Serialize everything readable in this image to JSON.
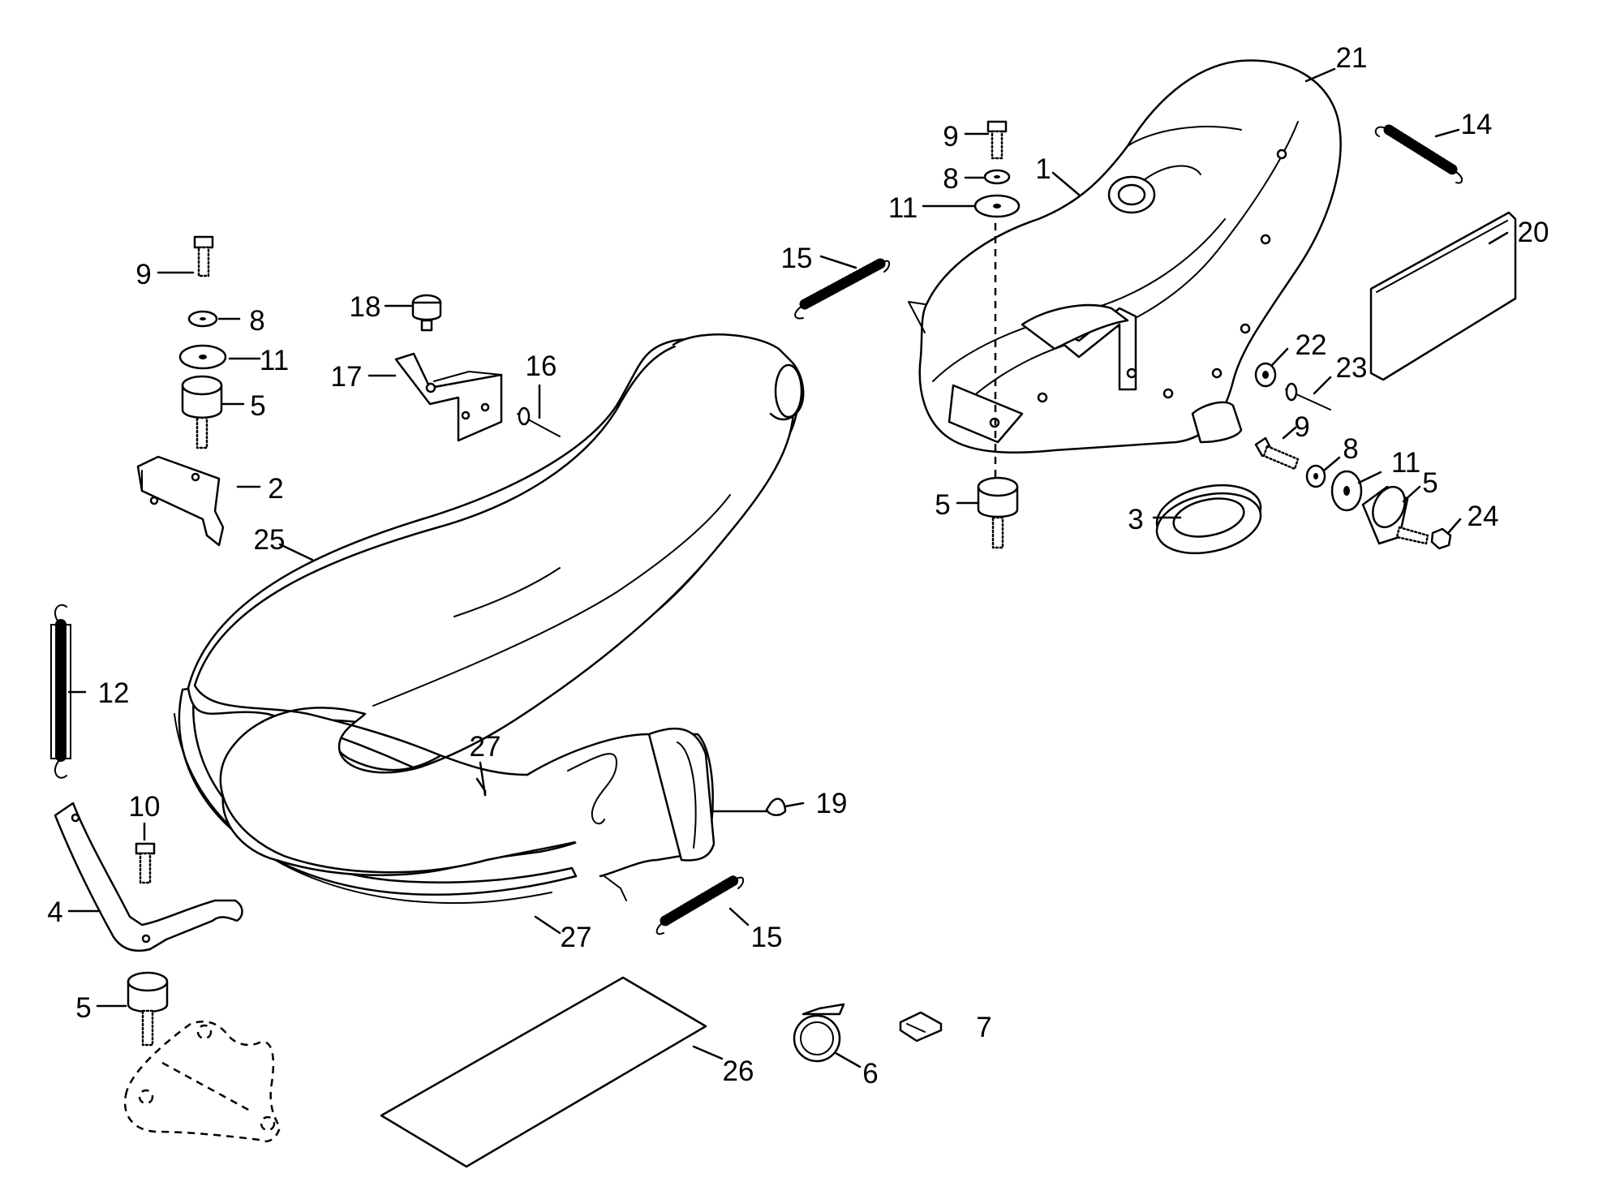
{
  "callouts": {
    "c1": "1",
    "c2": "2",
    "c3": "3",
    "c4": "4",
    "c5a": "5",
    "c5b": "5",
    "c5c": "5",
    "c5d": "5",
    "c6": "6",
    "c7": "7",
    "c8a": "8",
    "c8b": "8",
    "c8c": "8",
    "c9a": "9",
    "c9b": "9",
    "c9c": "9",
    "c10": "10",
    "c11a": "11",
    "c11b": "11",
    "c11c": "11",
    "c12": "12",
    "c14": "14",
    "c15a": "15",
    "c15b": "15",
    "c16": "16",
    "c17": "17",
    "c18": "18",
    "c19": "19",
    "c20": "20",
    "c21": "21",
    "c22": "22",
    "c23": "23",
    "c24": "24",
    "c25": "25",
    "c26": "26",
    "c27a": "27",
    "c27b": "27"
  }
}
